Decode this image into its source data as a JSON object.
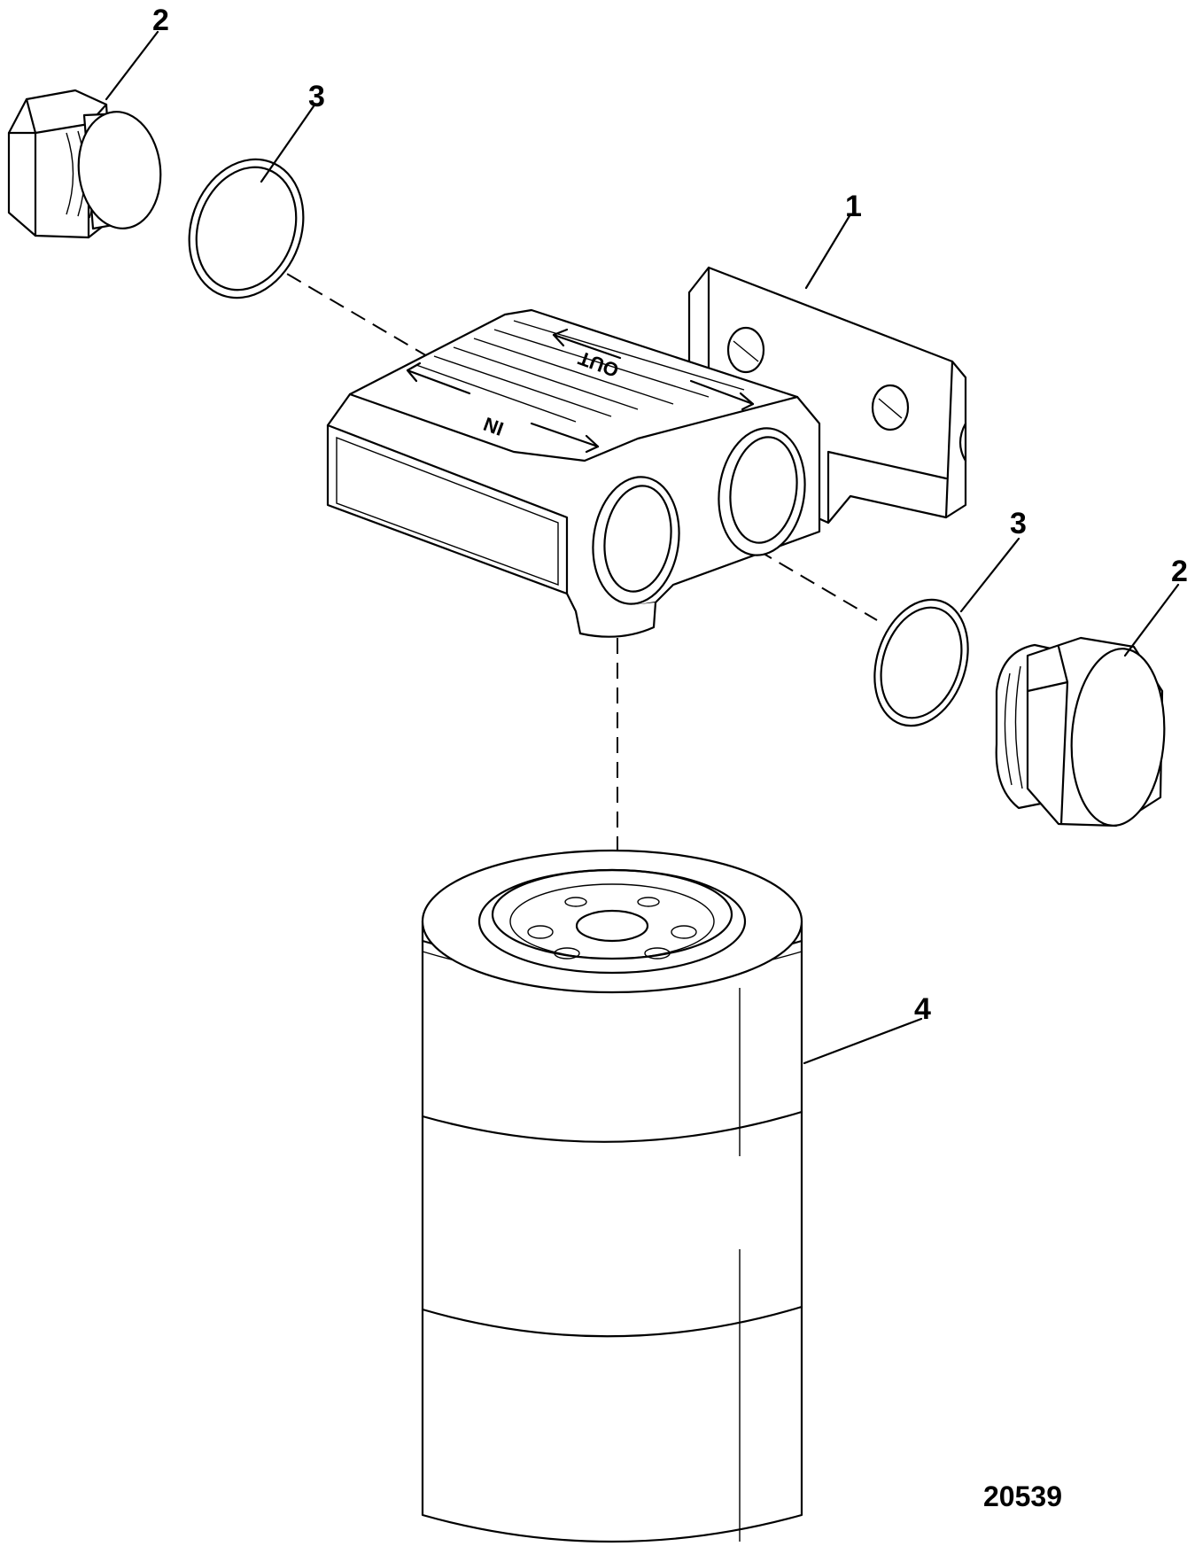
{
  "callouts": [
    {
      "id": "base",
      "text": "1"
    },
    {
      "id": "plug_left",
      "text": "2"
    },
    {
      "id": "seal_left",
      "text": "3"
    },
    {
      "id": "seal_right",
      "text": "3"
    },
    {
      "id": "plug_right",
      "text": "2"
    },
    {
      "id": "filter",
      "text": "4"
    }
  ],
  "embossed": {
    "out": "OUT",
    "in": "IN"
  },
  "figure_number": "20539"
}
